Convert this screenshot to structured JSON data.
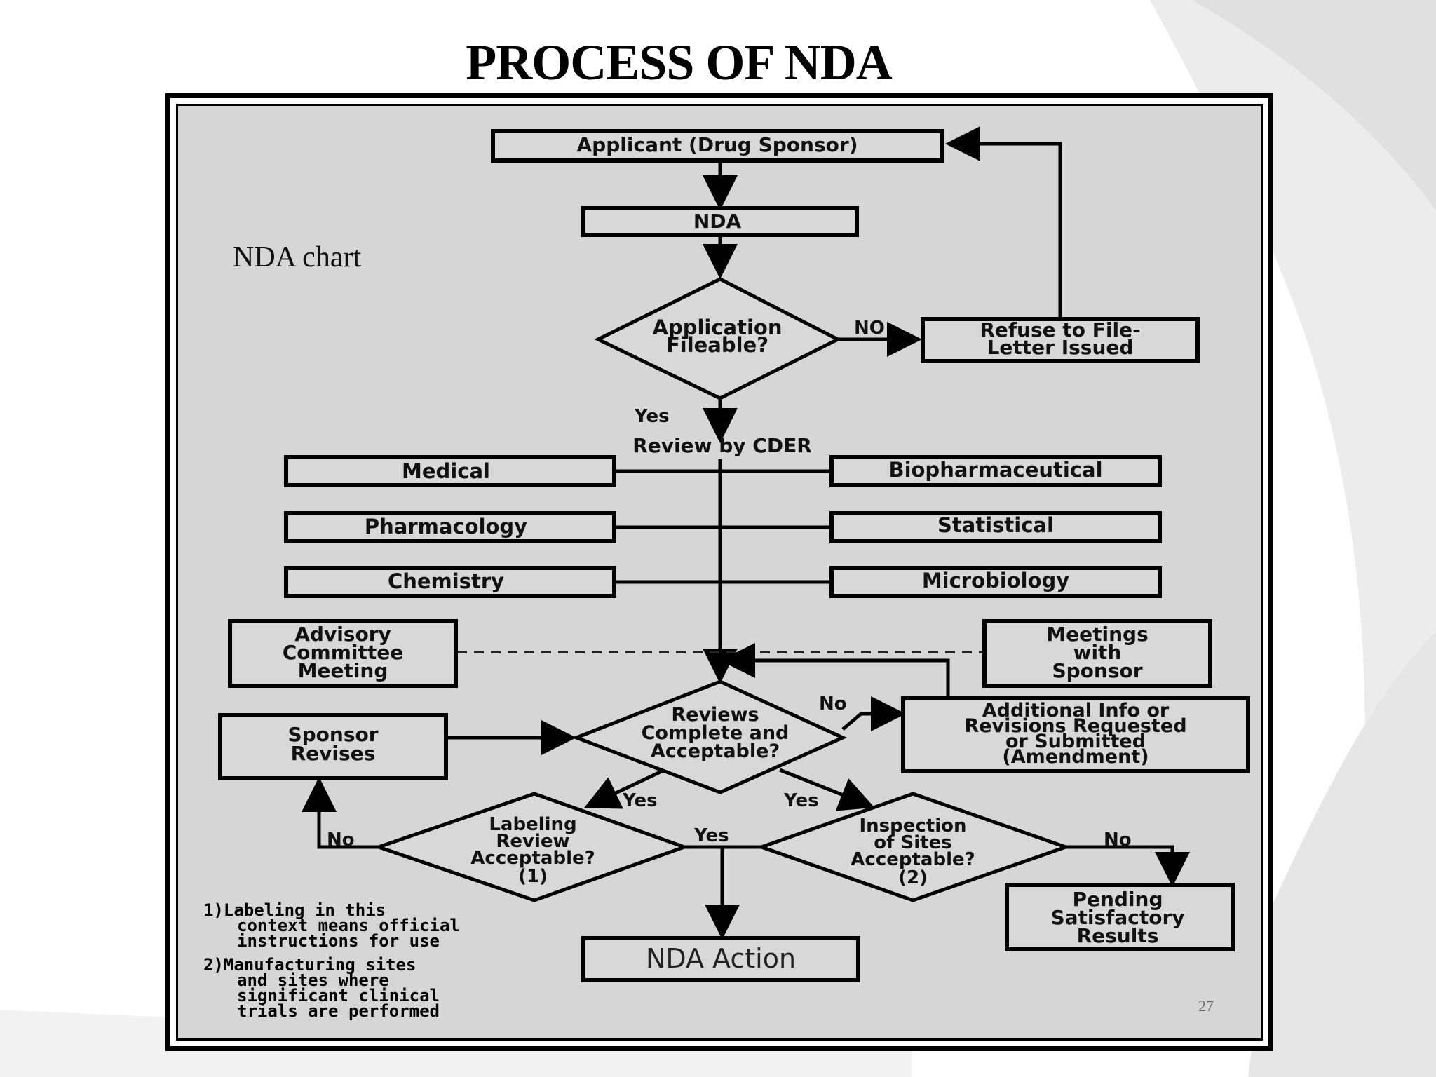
{
  "slide": {
    "title": "PROCESS OF NDA",
    "chart_label": "NDA chart",
    "page_number": "27"
  },
  "nodes": {
    "applicant": "Applicant (Drug Sponsor)",
    "nda": "NDA",
    "fileable": [
      "Application",
      "Fileable?"
    ],
    "refuse": [
      "Refuse to File-",
      "Letter Issued"
    ],
    "review_by_cder": "Review by CDER",
    "medical": "Medical",
    "biopharm": "Biopharmaceutical",
    "pharmacology": "Pharmacology",
    "statistical": "Statistical",
    "chemistry": "Chemistry",
    "microbiology": "Microbiology",
    "advisory": [
      "Advisory",
      "Committee",
      "Meeting"
    ],
    "meetings": [
      "Meetings",
      "with",
      "Sponsor"
    ],
    "reviews_complete": [
      "Reviews",
      "Complete and",
      "Acceptable?"
    ],
    "additional_info": [
      "Additional Info or",
      "Revisions Requested",
      "or Submitted",
      "(Amendment)"
    ],
    "sponsor_revises": [
      "Sponsor",
      "Revises"
    ],
    "labeling": [
      "Labeling",
      "Review",
      "Acceptable?",
      "(1)"
    ],
    "inspection": [
      "Inspection",
      "of Sites",
      "Acceptable?",
      "(2)"
    ],
    "pending": [
      "Pending",
      "Satisfactory",
      "Results"
    ],
    "nda_action": "NDA Action"
  },
  "edge_labels": {
    "no_fileable": "NO",
    "yes_fileable": "Yes",
    "no_reviews": "No",
    "yes_left": "Yes",
    "yes_right": "Yes",
    "yes_center": "Yes",
    "no_labeling": "No",
    "no_inspection": "No"
  },
  "notes": [
    [
      "1)Labeling in this",
      "context means official",
      "instructions for use"
    ],
    [
      "2)Manufacturing sites",
      "and sites where",
      "significant clinical",
      "trials are performed"
    ]
  ],
  "colors": {
    "panel": "#d6d6d6",
    "ink": "#000000",
    "swoosh": "#e3e3e3"
  }
}
